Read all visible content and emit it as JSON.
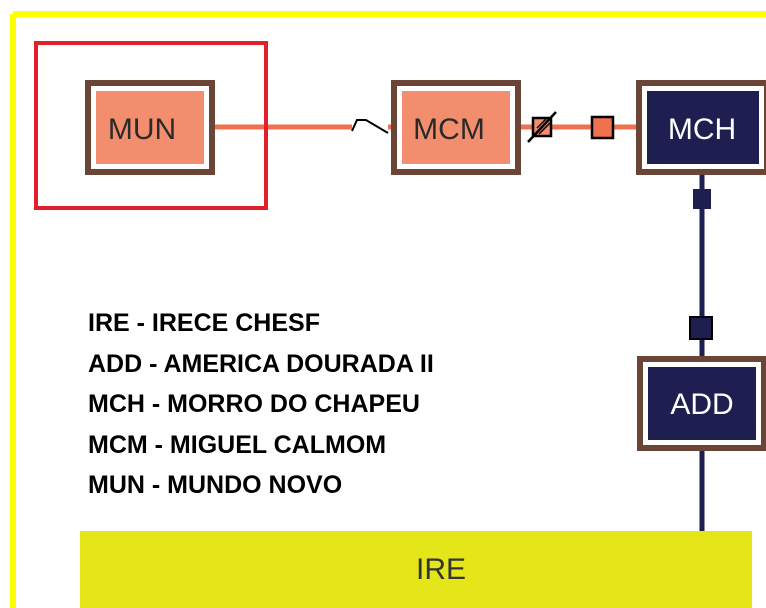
{
  "stations": {
    "mun": {
      "label": "MUN",
      "color": "#F28E6E"
    },
    "mcm": {
      "label": "MCM",
      "color": "#F28E6E"
    },
    "mch": {
      "label": "MCH",
      "color": "#1E1E50"
    },
    "add": {
      "label": "ADD",
      "color": "#1E1E50"
    }
  },
  "busbar": {
    "label": "IRE",
    "color": "#E5E61A"
  },
  "legend": [
    "IRE - IRECE CHESF",
    "ADD - AMERICA DOURADA II",
    "MCH - MORRO DO CHAPEU",
    "MCM - MIGUEL CALMOM",
    "MUN - MUNDO NOVO"
  ],
  "colors": {
    "frame": "#FFFF00",
    "highlight": "#E0202A",
    "box_border": "#6B4536",
    "line_orange": "#F0714E",
    "line_navy": "#1E1E50"
  }
}
